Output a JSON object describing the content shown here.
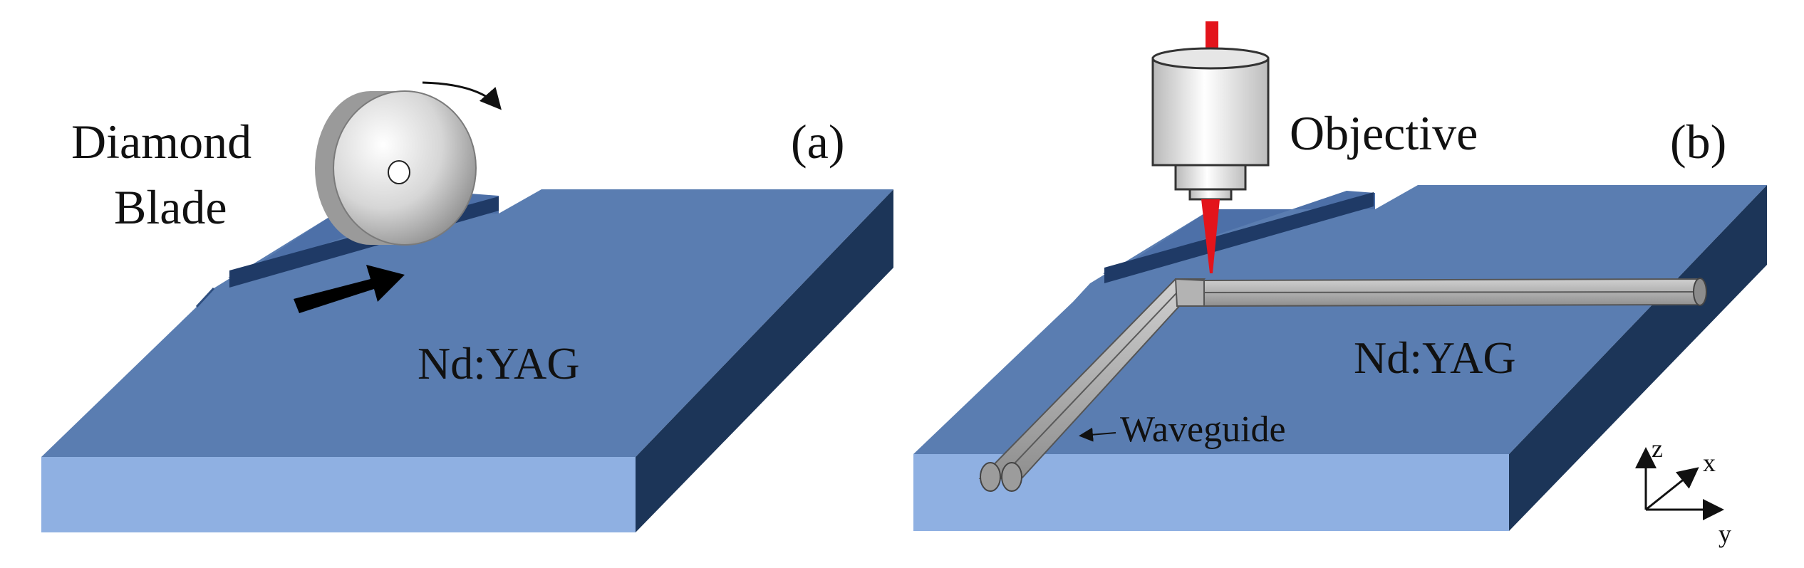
{
  "panel_a": {
    "label": "(a)",
    "tool_label_line1": "Diamond",
    "tool_label_line2": "Blade",
    "material_label": "Nd:YAG"
  },
  "panel_b": {
    "label": "(b)",
    "tool_label": "Objective",
    "material_label": "Nd:YAG",
    "waveguide_label": "Waveguide",
    "axes": {
      "z": "z",
      "x": "x",
      "y": "y"
    }
  },
  "colors": {
    "slab_top": "#5a7db1",
    "slab_front": "#8fb0e2",
    "slab_side": "#1c3558",
    "groove_dark": "#1f3a66",
    "blade": "#cfcfcf",
    "laser": "#e3141b",
    "waveguide": "#a9a9a9",
    "arrow": "#000000"
  },
  "icons": [
    "rotation-arrow-icon",
    "feed-direction-arrow-icon",
    "laser-beam-icon",
    "coordinate-axes-icon"
  ]
}
